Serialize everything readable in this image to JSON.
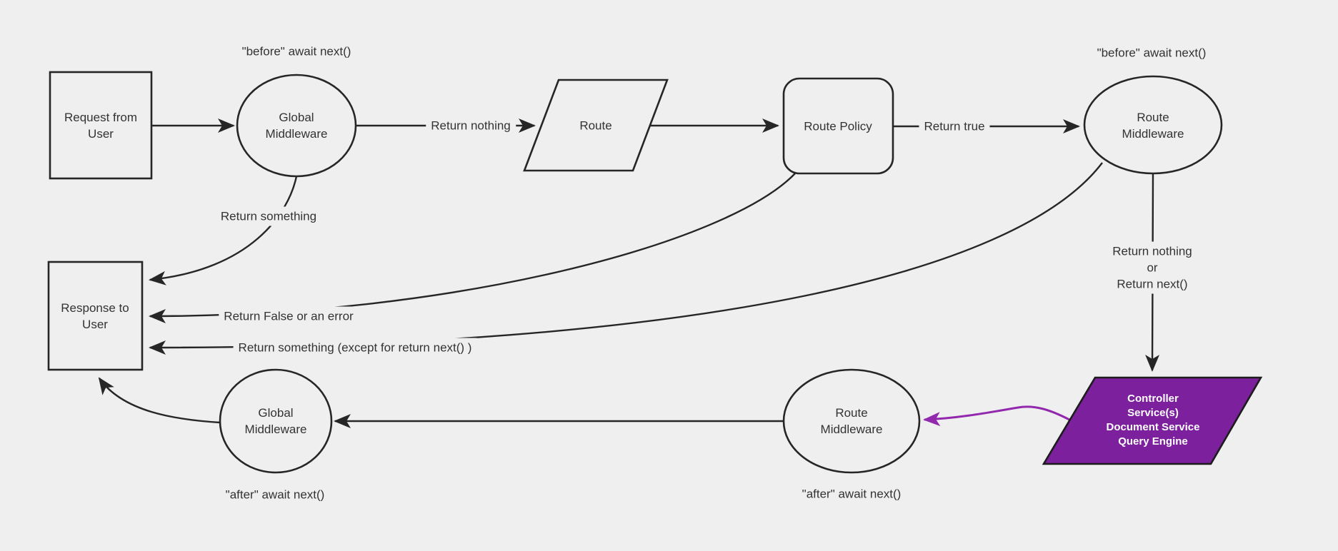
{
  "diagram": {
    "type": "flowchart",
    "background_color": "#efefef",
    "stroke_color": "#262626",
    "text_color": "#333333",
    "accent_fill_color": "#7c209d",
    "accent_stroke_color": "#9228ad",
    "nodes": {
      "request": {
        "shape": "rectangle",
        "label": "Request from\nUser"
      },
      "global_middleware_top": {
        "shape": "ellipse",
        "label": "Global\nMiddleware"
      },
      "route": {
        "shape": "parallelogram",
        "label": "Route"
      },
      "route_policy": {
        "shape": "rounded-rectangle",
        "label": "Route Policy"
      },
      "route_middleware_top": {
        "shape": "ellipse",
        "label": "Route\nMiddleware"
      },
      "response": {
        "shape": "rectangle",
        "label": "Response to\nUser"
      },
      "global_middleware_bottom": {
        "shape": "ellipse",
        "label": "Global\nMiddleware"
      },
      "route_middleware_bottom": {
        "shape": "ellipse",
        "label": "Route\nMiddleware"
      },
      "controller": {
        "shape": "parallelogram",
        "label": "Controller\nService(s)\nDocument Service\nQuery Engine"
      }
    },
    "edge_labels": {
      "before_global": "\"before\" await next()",
      "before_route": "\"before\" await next()",
      "return_nothing": "Return nothing",
      "return_true": "Return true",
      "return_something": "Return something",
      "return_false": "Return False or an error",
      "return_something_except": "Return something (except for return next() )",
      "return_nothing_or_next": "Return nothing\nor\nReturn next()",
      "after_global": "\"after\" await next()",
      "after_route": "\"after\" await next()"
    }
  }
}
